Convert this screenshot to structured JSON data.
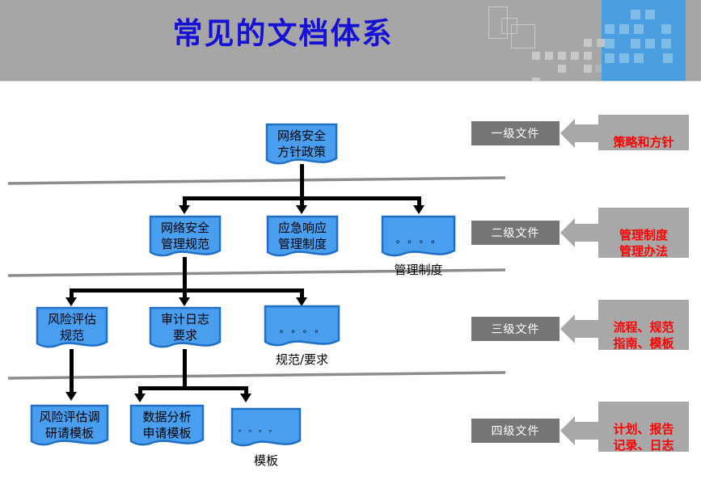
{
  "slide": {
    "title": "常见的文档体系",
    "title_color": "#1512d6",
    "header_bg": "#a6a6a6",
    "header_accent": "#4a9ee0"
  },
  "diagram": {
    "node_fill": "#4a9ef0",
    "node_border": "#1f6fc4",
    "connector_color": "#000000",
    "divider_color": "#8c8c8c",
    "levels": [
      {
        "id": "level-1",
        "nodes": [
          {
            "name": "node-network-security-policy",
            "lines": [
              "网络安全",
              "方针政策"
            ],
            "dots": false
          }
        ]
      },
      {
        "id": "level-2",
        "nodes": [
          {
            "name": "node-network-security-management-spec",
            "lines": [
              "网络安全",
              "管理规范"
            ],
            "dots": false
          },
          {
            "name": "node-emergency-response-management-system",
            "lines": [
              "应急响应",
              "管理制度"
            ],
            "dots": false
          },
          {
            "name": "node-other-management-system",
            "lines": [
              "管理制度"
            ],
            "dots": true,
            "dots_text": "。。。。"
          }
        ]
      },
      {
        "id": "level-3",
        "nodes": [
          {
            "name": "node-risk-assessment-spec",
            "lines": [
              "风险评估",
              "规范"
            ],
            "dots": false
          },
          {
            "name": "node-audit-log-requirement",
            "lines": [
              "审计日志",
              "要求"
            ],
            "dots": false
          },
          {
            "name": "node-other-spec-requirement",
            "lines": [
              "规范/要求"
            ],
            "dots": true,
            "dots_text": "。。。。"
          }
        ]
      },
      {
        "id": "level-4",
        "nodes": [
          {
            "name": "node-risk-assessment-survey-template",
            "lines": [
              "风险评估调",
              "研请模板"
            ],
            "dots": false
          },
          {
            "name": "node-data-analysis-application-template",
            "lines": [
              "数据分析",
              "申请模板"
            ],
            "dots": false
          },
          {
            "name": "node-other-template",
            "lines": [
              "模板"
            ],
            "dots": true,
            "dots_text": "。。。。"
          }
        ]
      }
    ]
  },
  "side_labels": [
    {
      "name": "level-label-1",
      "level": "一级文件",
      "description": "策略和方针"
    },
    {
      "name": "level-label-2",
      "level": "二级文件",
      "description": "管理制度\n管理办法"
    },
    {
      "name": "level-label-3",
      "level": "三级文件",
      "description": "流程、规范\n指南、模板"
    },
    {
      "name": "level-label-4",
      "level": "四级文件",
      "description": "计划、报告\n记录、日志"
    }
  ]
}
